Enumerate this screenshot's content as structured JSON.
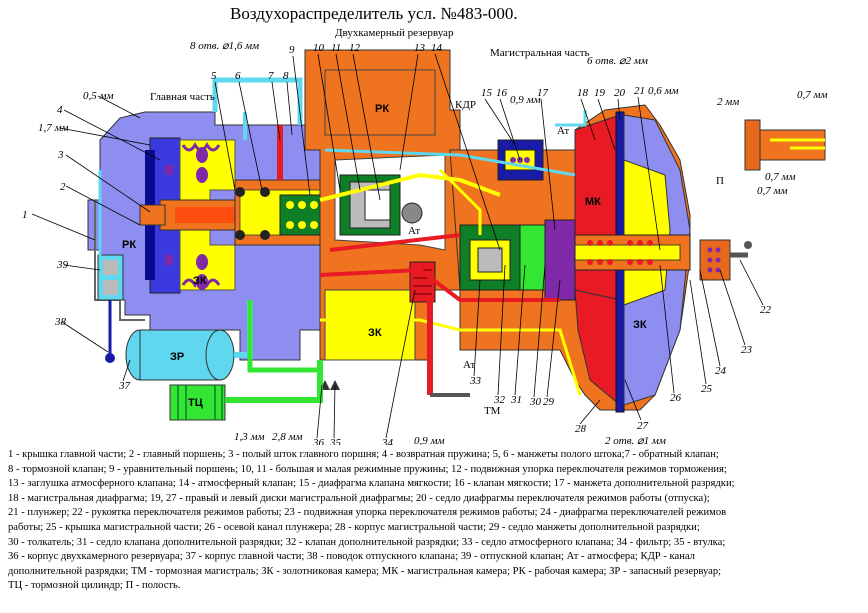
{
  "title": "Воздухораспределитель усл. №483-000.",
  "header_labels": {
    "two_chamber": "Двухкамерный резервуар",
    "main_part": "Главная часть",
    "trunk_part": "Магистральная часть"
  },
  "chambers": {
    "rk": "РК",
    "zk": "ЗК",
    "mk": "МК",
    "zr": "ЗР",
    "tc": "ТЦ",
    "at": "Ат",
    "kdr": "КДР",
    "tm": "ТМ",
    "p": "П"
  },
  "dimensions": {
    "d05": "0,5 мм",
    "d17": "1,7 мм",
    "d8otv": "8 отв. ⌀1,6 мм",
    "d09a": "0,9 мм",
    "d6otv": "6 отв. ⌀2 мм",
    "d06": "0,6 мм",
    "d2": "2 мм",
    "d07a": "0,7 мм",
    "d07b": "0,7 мм",
    "d07c": "0,7 мм",
    "d13": "1,3 мм",
    "d28": "2,8 мм",
    "d09b": "0,9 мм",
    "d2otv": "2 отв. ⌀1 мм"
  },
  "numbers": [
    "1",
    "2",
    "3",
    "4",
    "5",
    "6",
    "7",
    "8",
    "9",
    "10",
    "11",
    "12",
    "13",
    "14",
    "15",
    "16",
    "17",
    "18",
    "19",
    "20",
    "21",
    "22",
    "23",
    "24",
    "25",
    "26",
    "27",
    "28",
    "29",
    "30",
    "31",
    "32",
    "33",
    "34",
    "35",
    "36",
    "37",
    "38",
    "39"
  ],
  "legend": [
    "1 - крышка главной части; 2 - главный поршень; 3 - полый шток главного поршня; 4 - возвратная пружина; 5, 6 - манжеты полого штока;7 - обратный клапан;",
    "8 - тормозной клапан; 9 - уравнительный поршень; 10, 11 - большая и малая режимные пружины; 12 - подвижная упорка переключателя режимов торможения;",
    "13 - заглушка атмосферного клапана; 14 - атмосферный клапан; 15 - диафрагма клапана мягкости; 16 - клапан мягкости; 17 - манжета дополнительной разрядки;",
    "18 - магистральная диафрагма; 19, 27 - правый и левый диски магистральной диафрагмы; 20 - седло диафрагмы переключателя режимов работы (отпуска);",
    "21 - плунжер; 22 - рукоятка переключателя режимов работы; 23 - подвижная упорка переключателя режимов работы; 24 - диафрагма переключателей режимов",
    "работы; 25 - крышка магистральной части; 26 - осевой канал плунжера; 28 - корпус магистральной части; 29 - седло манжеты дополнительной разрядки;",
    "30 - толкатель; 31 - седло клапана дополнительной разрядки; 32 - клапан дополнительной разрядки; 33 - седло атмосферного клапана; 34 - фильтр; 35 - втулка;",
    "36 - корпус двухкамерного резервуара; 37 - корпус главной части; 38 - поводок отпускного клапана; 39 - отпускной клапан; Ат - атмосфера; КДР - канал",
    "дополнительной разрядки; ТМ - тормозная магистраль; ЗК - золотниковая камера; МК - магистральная камера; РК - рабочая камера; ЗР - запасный резервуар;",
    "ТЦ - тормозной цилиндр; П - полость."
  ],
  "colors": {
    "body_blue": "#8e8ef0",
    "rk_orange": "#f0731f",
    "zk_yellow": "#ffff00",
    "mk_red": "#e81a24",
    "zr_cyan": "#5fd7ee",
    "tc_green": "#33e633",
    "kdr_orange_red": "#ff4f10",
    "part_grey": "#b5b5b5",
    "dark_green": "#0f7f27",
    "purple": "#7f28a8"
  }
}
